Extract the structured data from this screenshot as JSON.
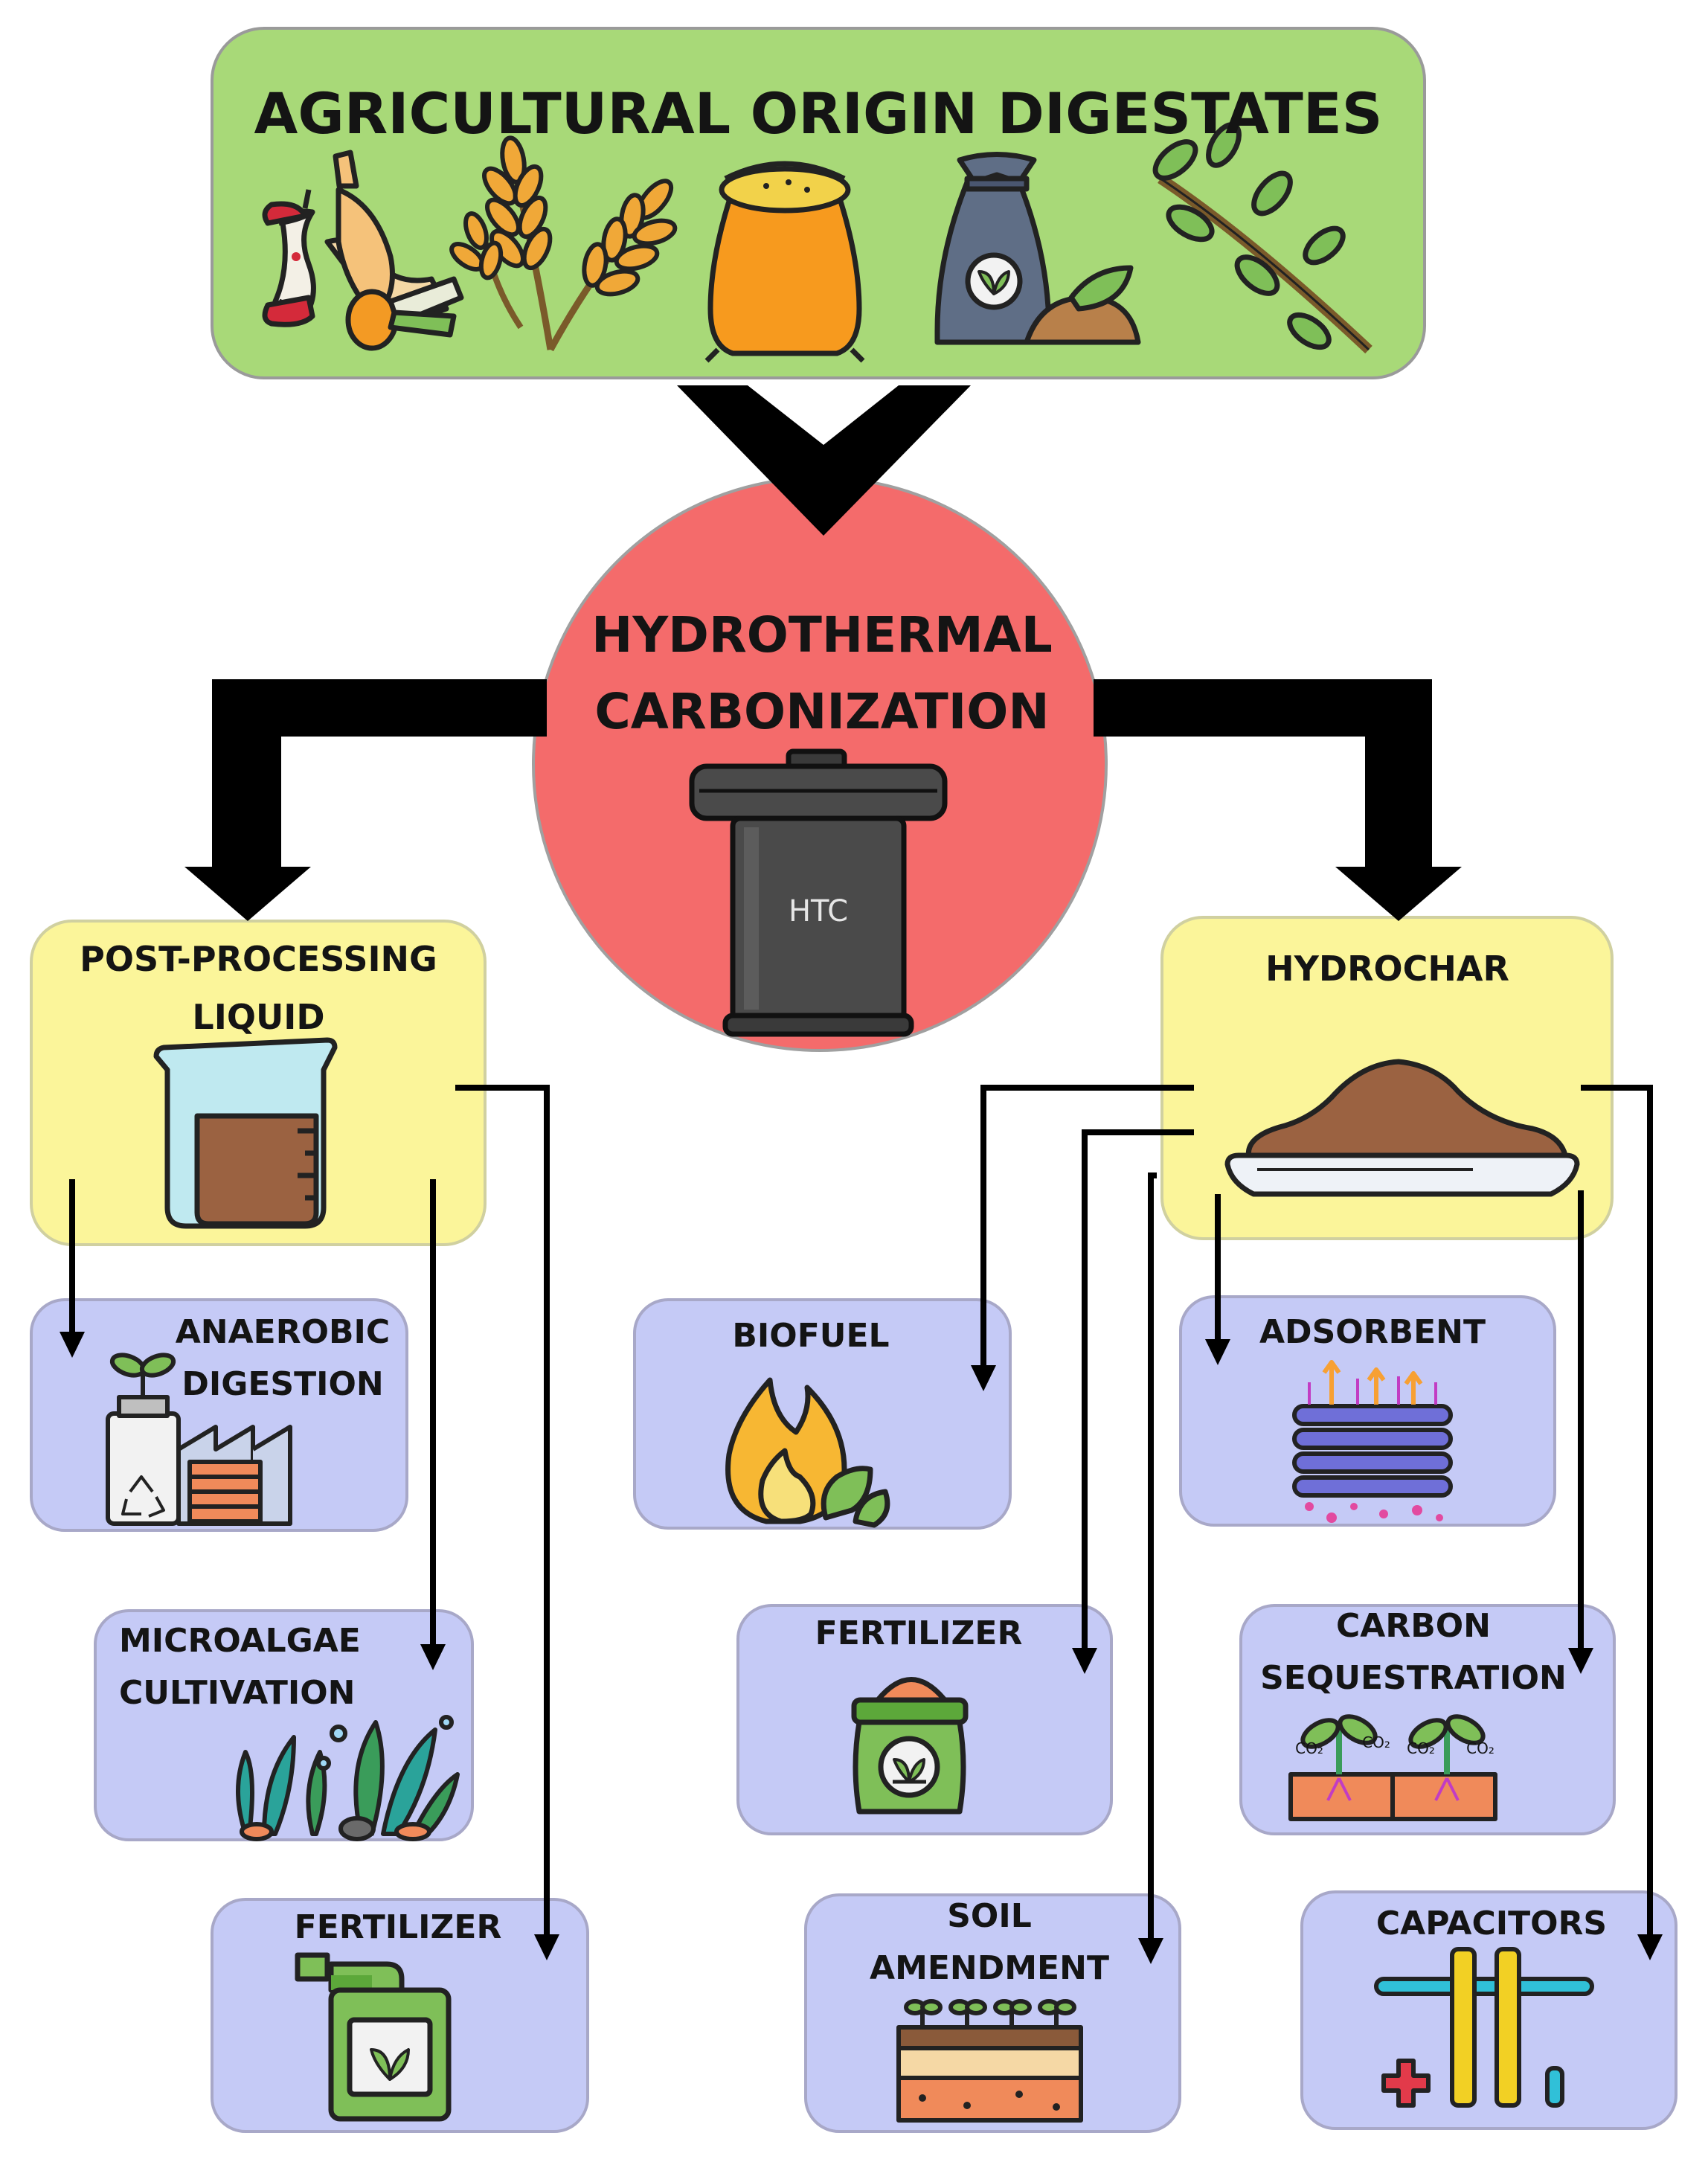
{
  "diagram": {
    "source": {
      "title": "AGRICULTURAL ORIGIN DIGESTATES",
      "icons": [
        "food-scraps-icon",
        "wheat-icon",
        "grain-sack-icon",
        "fertilizer-bag-icon",
        "branch-icon"
      ]
    },
    "process": {
      "line1": "HYDROTHERMAL",
      "line2": "CARBONIZATION",
      "reactor_label": "HTC"
    },
    "liquid": {
      "line1": "POST-PROCESSING",
      "line2": "LIQUID"
    },
    "hydrochar": {
      "title": "HYDROCHAR"
    },
    "liquid_uses": {
      "anaerobic": {
        "line1": "ANAEROBIC",
        "line2": "DIGESTION"
      },
      "microalgae": {
        "line1": "MICROALGAE",
        "line2": "CULTIVATION"
      },
      "fertilizer": "FERTILIZER"
    },
    "hydrochar_uses": {
      "biofuel": "BIOFUEL",
      "fertilizer": "FERTILIZER",
      "soil": {
        "line1": "SOIL",
        "line2": "AMENDMENT"
      },
      "adsorbent": "ADSORBENT",
      "carbon": {
        "line1": "CARBON",
        "line2": "SEQUESTRATION"
      },
      "capacitors": "CAPACITORS"
    },
    "icon_text": {
      "co2": "CO₂"
    },
    "colors": {
      "source": "#a8d978",
      "process": "#f46b6b",
      "product": "#fbf59a",
      "application": "#c5caf6",
      "arrow": "#000000"
    }
  }
}
